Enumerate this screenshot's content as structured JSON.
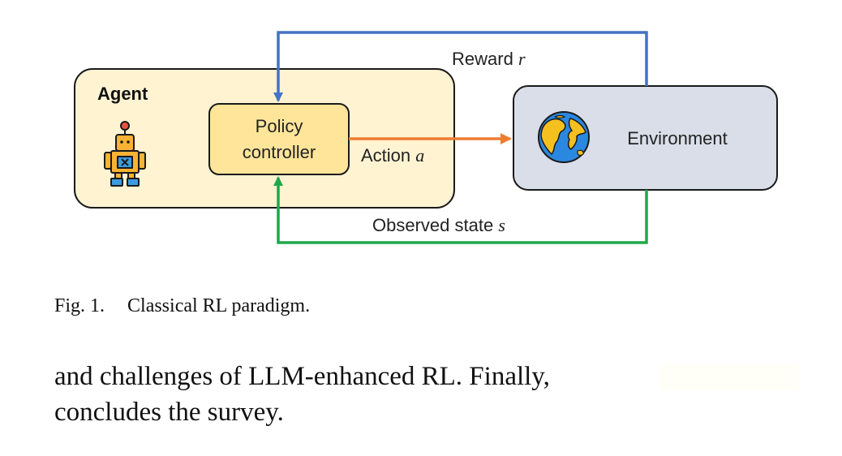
{
  "figure": {
    "agent_label": "Agent",
    "policy_line1": "Policy",
    "policy_line2": "controller",
    "environment_label": "Environment",
    "reward_label": "Reward",
    "reward_symbol": "r",
    "action_label": "Action",
    "action_symbol": "a",
    "state_label": "Observed state",
    "state_symbol": "s",
    "colors": {
      "reward_arrow": "#4472c4",
      "action_arrow": "#ed7d31",
      "state_arrow": "#1fa84a",
      "agent_box": "#fff3d2",
      "policy_box": "#ffe59a",
      "environment_box": "#d9dee9"
    },
    "icons": [
      "robot-icon",
      "globe-icon"
    ]
  },
  "caption": {
    "label": "Fig. 1.",
    "text": "Classical RL paradigm."
  },
  "body": {
    "line1": "and challenges of LLM-enhanced RL. Finally,",
    "line2": "concludes the survey."
  }
}
